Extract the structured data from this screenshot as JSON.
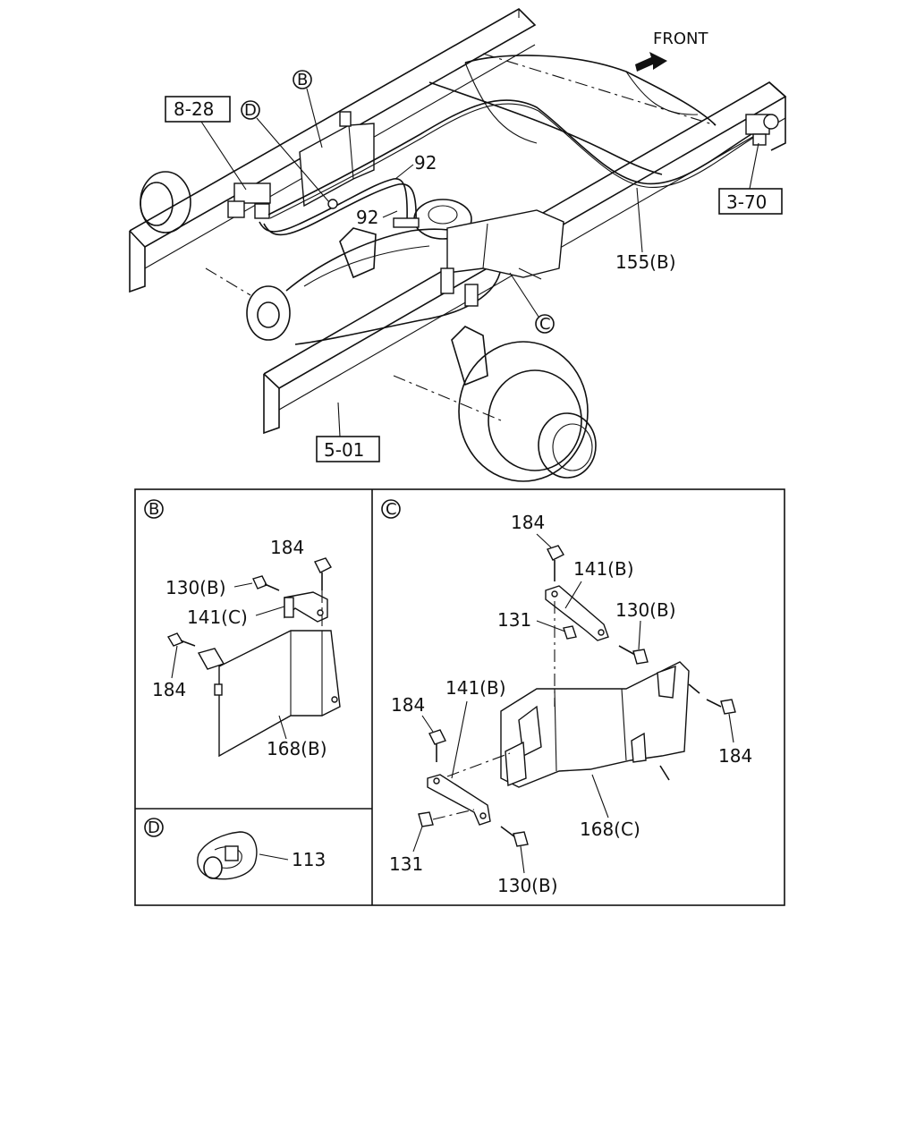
{
  "main_view": {
    "front_label": "FRONT",
    "refs": {
      "ref_8_28": "8-28",
      "ref_3_70": "3-70",
      "ref_5_01": "5-01"
    },
    "callouts": {
      "b": "B",
      "c": "C",
      "d": "D"
    },
    "parts": {
      "p92_upper": "92",
      "p92_lower": "92",
      "p155b": "155(B)"
    }
  },
  "detail_b": {
    "circle_letter": "B",
    "labels": {
      "p184_top": "184",
      "p130b": "130(B)",
      "p141c": "141(C)",
      "p184_left": "184",
      "p168b": "168(B)"
    }
  },
  "detail_c": {
    "circle_letter": "C",
    "labels": {
      "p184_top": "184",
      "p141b_top": "141(B)",
      "p131_top": "131",
      "p130b_top": "130(B)",
      "p184_left": "184",
      "p141b_left": "141(B)",
      "p184_right": "184",
      "p168c": "168(C)",
      "p131_bottom": "131",
      "p130b_bottom": "130(B)"
    }
  },
  "detail_d": {
    "circle_letter": "D",
    "labels": {
      "p113": "113"
    }
  }
}
